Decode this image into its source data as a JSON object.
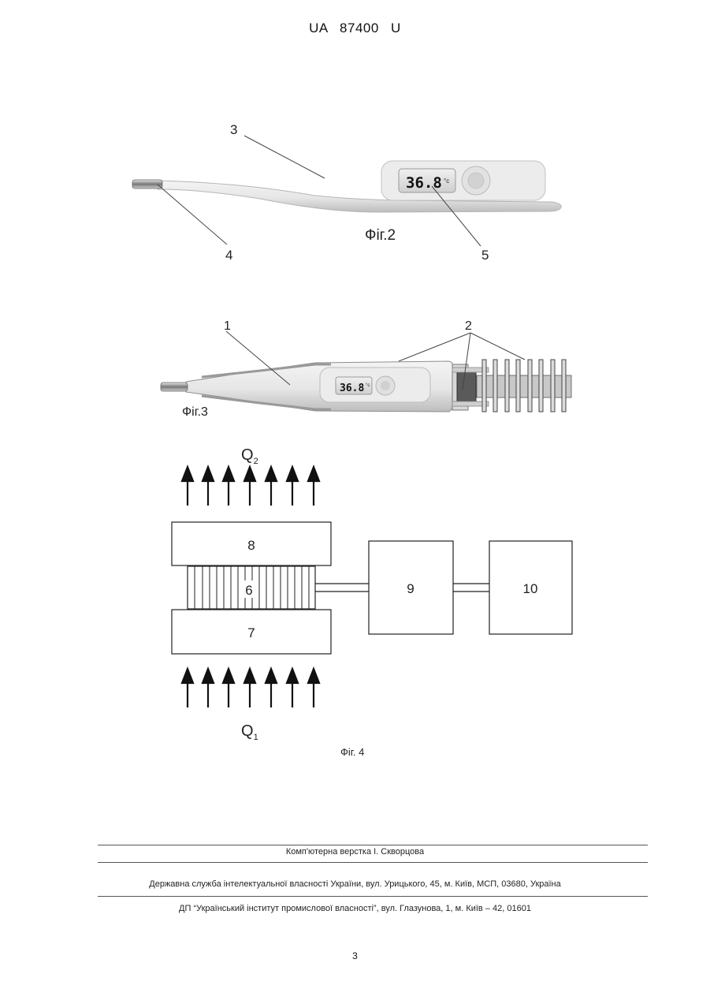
{
  "header": {
    "patent_number": "UA   87400   U"
  },
  "fig2": {
    "caption": "Фіг.2",
    "labels": {
      "l3": "3",
      "l4": "4",
      "l5": "5"
    },
    "display": "36.8",
    "unit": "°c"
  },
  "fig3": {
    "caption": "Фіг.3",
    "labels": {
      "l1": "1",
      "l2": "2"
    },
    "display": "36.8",
    "unit": "°c"
  },
  "fig4": {
    "caption": "Фіг. 4",
    "q_top": "Q",
    "q_top_sub": "2",
    "q_bottom": "Q",
    "q_bottom_sub": "1",
    "blocks": {
      "b8": "8",
      "b6": "6",
      "b7": "7",
      "b9": "9",
      "b10": "10"
    }
  },
  "footer": {
    "layout_credit": "Комп'ютерна верстка І. Скворцова",
    "agency": "Державна служба інтелектуальної власності України, вул. Урицького, 45, м. Київ, МСП, 03680, Україна",
    "institute": "ДП “Український інститут промислової власності”, вул. Глазунова, 1, м. Київ – 42, 01601",
    "page_number": "3"
  }
}
